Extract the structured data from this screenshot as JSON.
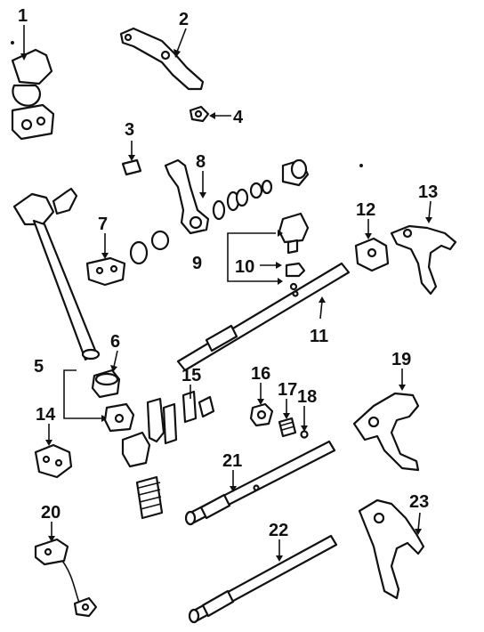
{
  "diagram": {
    "labels": [
      {
        "id": "1",
        "text": "1"
      },
      {
        "id": "2",
        "text": "2"
      },
      {
        "id": "3",
        "text": "3"
      },
      {
        "id": "4",
        "text": "4"
      },
      {
        "id": "5",
        "text": "5"
      },
      {
        "id": "6",
        "text": "6"
      },
      {
        "id": "7",
        "text": "7"
      },
      {
        "id": "8",
        "text": "8"
      },
      {
        "id": "9",
        "text": "9"
      },
      {
        "id": "10",
        "text": "10"
      },
      {
        "id": "11",
        "text": "11"
      },
      {
        "id": "12",
        "text": "12"
      },
      {
        "id": "13",
        "text": "13"
      },
      {
        "id": "14",
        "text": "14"
      },
      {
        "id": "15",
        "text": "15"
      },
      {
        "id": "16",
        "text": "16"
      },
      {
        "id": "17",
        "text": "17"
      },
      {
        "id": "18",
        "text": "18"
      },
      {
        "id": "19",
        "text": "19"
      },
      {
        "id": "20",
        "text": "20"
      },
      {
        "id": "21",
        "text": "21"
      },
      {
        "id": "22",
        "text": "22"
      },
      {
        "id": "23",
        "text": "23"
      }
    ]
  }
}
